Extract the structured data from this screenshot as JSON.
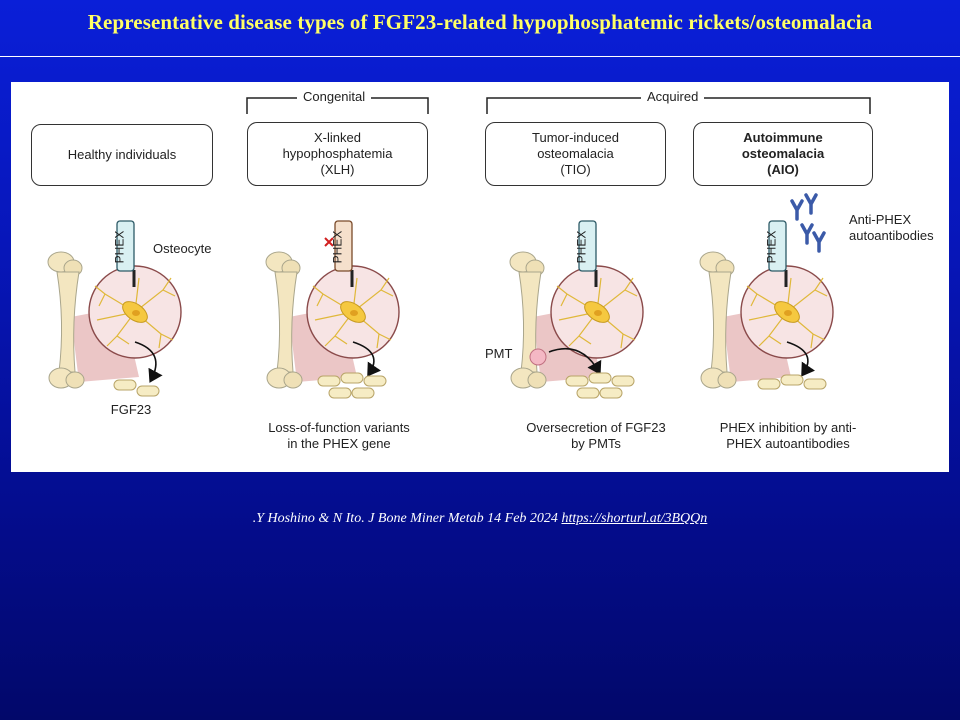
{
  "title": "Representative disease types of FGF23-related hypophosphatemic rickets/osteomalacia",
  "figure": {
    "groups": {
      "congenital": "Congenital",
      "acquired": "Acquired"
    },
    "panels": [
      {
        "box_lines": [
          "Healthy individuals"
        ],
        "receptor": "PHEX",
        "callout": "Osteocyte",
        "caption_lines": [
          "FGF23"
        ]
      },
      {
        "box_lines": [
          "X-linked",
          "hypophosphatemia",
          "(XLH)"
        ],
        "receptor": "PHEX",
        "caption_lines": [
          "Loss-of-function variants",
          "in the PHEX gene"
        ]
      },
      {
        "box_lines": [
          "Tumor-induced",
          "osteomalacia",
          "(TIO)"
        ],
        "receptor": "PHEX",
        "callout": "PMT",
        "caption_lines": [
          "Oversecretion of FGF23",
          "by PMTs"
        ]
      },
      {
        "box_lines": [
          "Autoimmune",
          "osteomalacia",
          "(AIO)"
        ],
        "receptor": "PHEX",
        "callout_lines": [
          "Anti-PHEX",
          "autoantibodies"
        ],
        "caption_lines": [
          "PHEX inhibition by anti-",
          "PHEX autoantibodies"
        ]
      }
    ]
  },
  "citation": {
    "text": ".Y Hoshino & N Ito. J Bone Miner Metab 14 Feb 2024",
    "link": "https://shorturl.at/3BQQn"
  },
  "colors": {
    "background_top": "#0a1fd8",
    "background_bottom": "#02086a",
    "title": "#ffff66",
    "bone": "#f3e6c0",
    "cell": "#f5c840",
    "circle": "#f7e4e4",
    "receptor_teal": "#d9f0f2",
    "receptor_brown": "#f5e0cc"
  }
}
